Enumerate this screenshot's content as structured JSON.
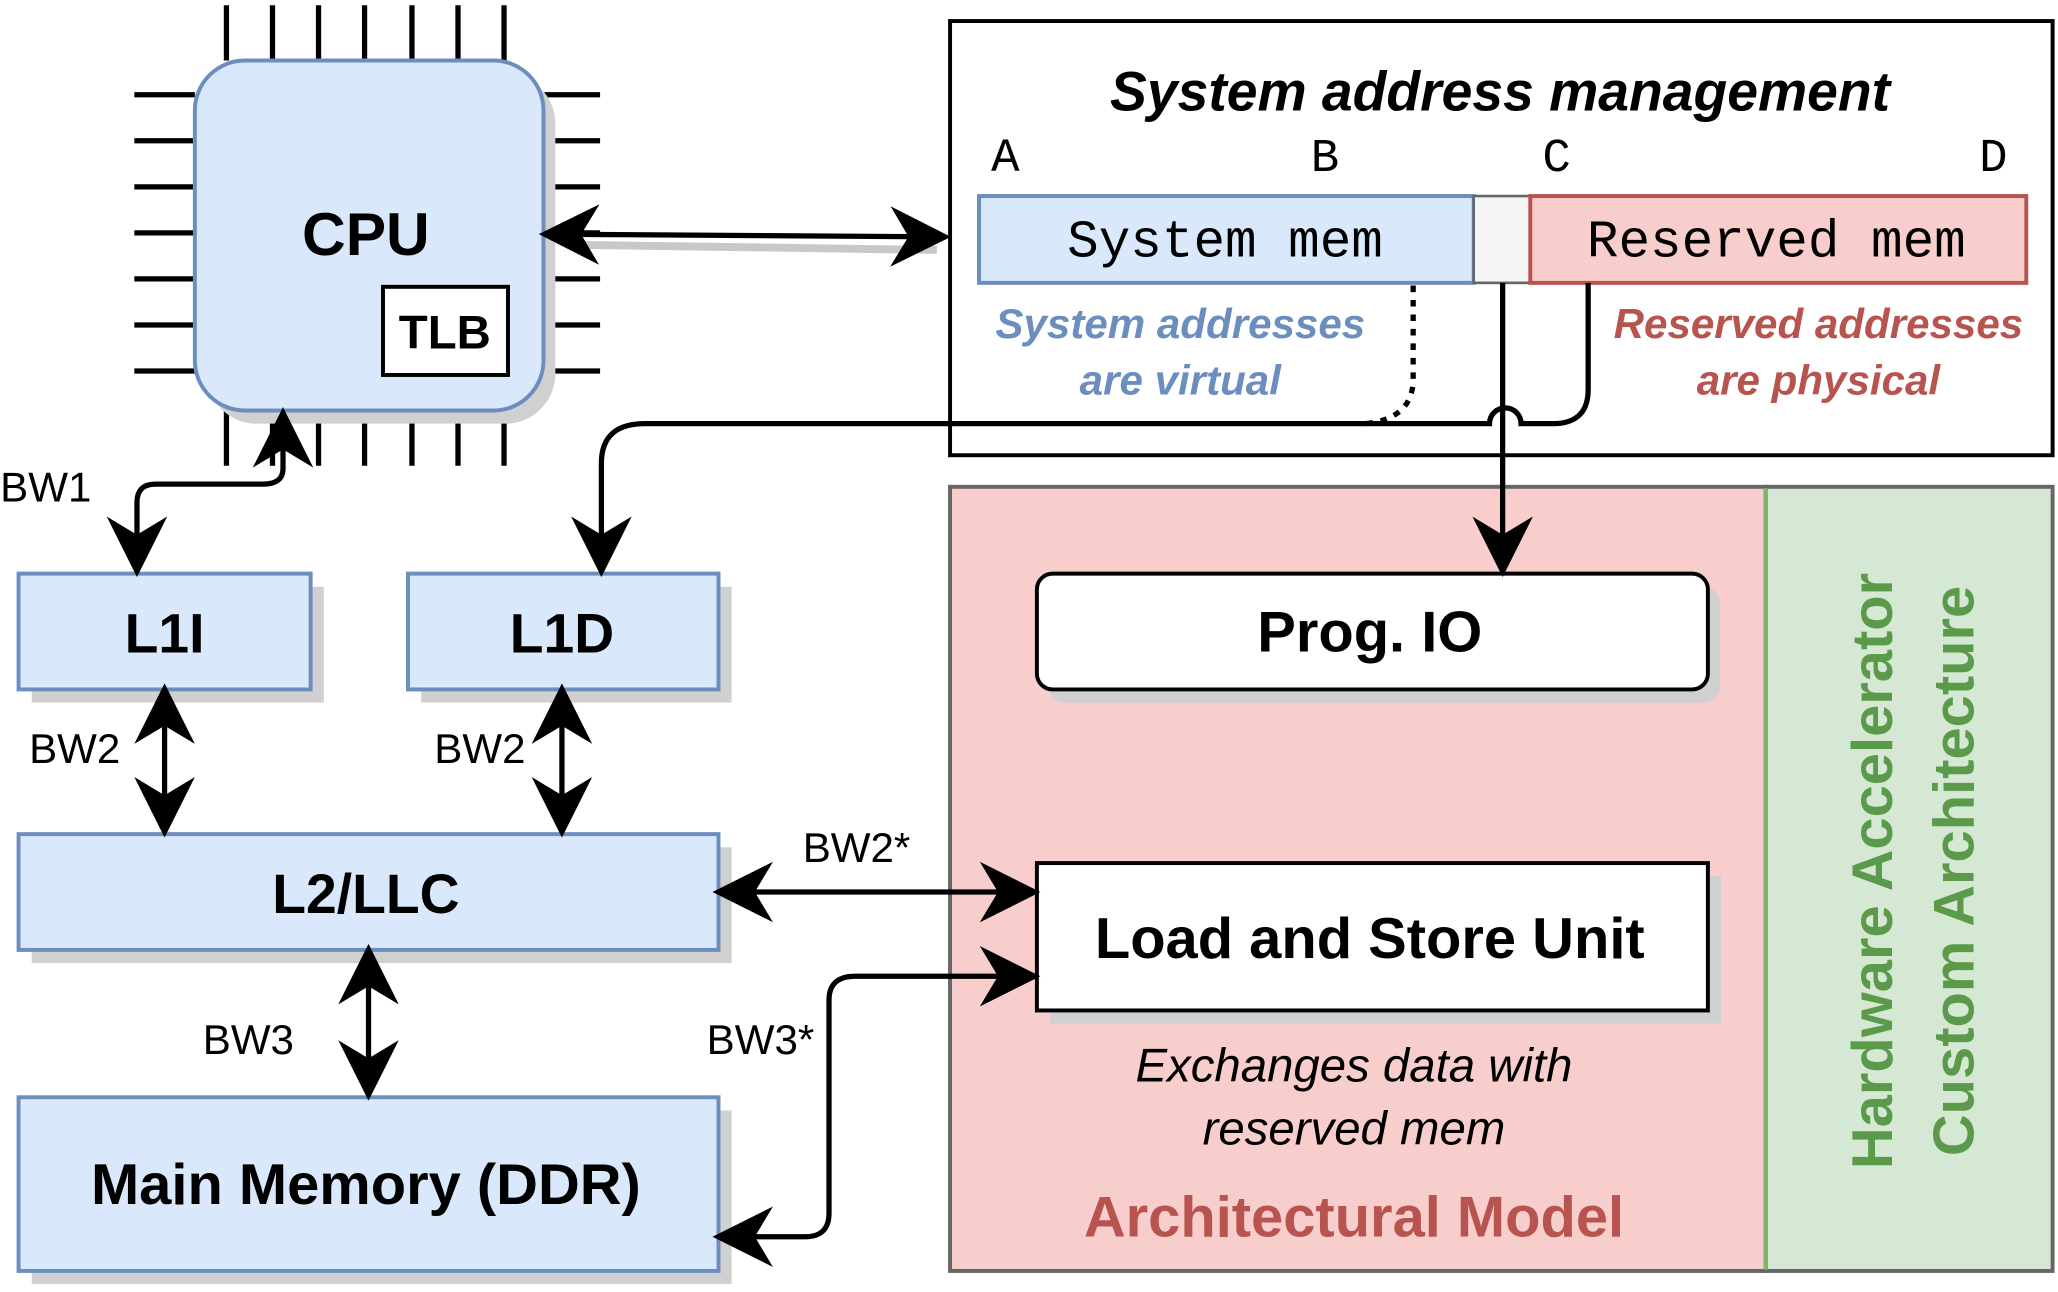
{
  "cpu": {
    "label": "CPU",
    "tlb_label": "TLB"
  },
  "caches": {
    "l1i": "L1I",
    "l1d": "L1D",
    "l2": "L2/LLC"
  },
  "memory": {
    "label": "Main Memory (DDR)"
  },
  "bandwidth": {
    "bw1": "BW1",
    "bw2_left": "BW2",
    "bw2_right": "BW2",
    "bw3": "BW3",
    "bw2_star": "BW2*",
    "bw3_star": "BW3*"
  },
  "address_management": {
    "title": "System address management",
    "marker_a": "A",
    "marker_b": "B",
    "marker_c": "C",
    "marker_d": "D",
    "system_mem": "System mem",
    "reserved_mem": "Reserved mem",
    "system_note_line1": "System addresses",
    "system_note_line2": "are virtual",
    "reserved_note_line1": "Reserved addresses",
    "reserved_note_line2": "are physical"
  },
  "accelerator": {
    "prog_io": "Prog. IO",
    "lsu": "Load and Store Unit",
    "lsu_note_line1": "Exchanges data with",
    "lsu_note_line2": "reserved mem",
    "arch_model_label": "Architectural Model",
    "side_label_line1": "Hardware Accelerator",
    "side_label_line2": "Custom Architecture"
  },
  "colors": {
    "blue_fill": "#dae8fc",
    "blue_stroke": "#6c8ebf",
    "red_fill": "#f8cecc",
    "red_stroke": "#b85450",
    "green_fill": "#d5e8d4",
    "green_stroke": "#82b366",
    "green_text": "#5b9a4b",
    "gray_fill": "#f5f5f5"
  }
}
